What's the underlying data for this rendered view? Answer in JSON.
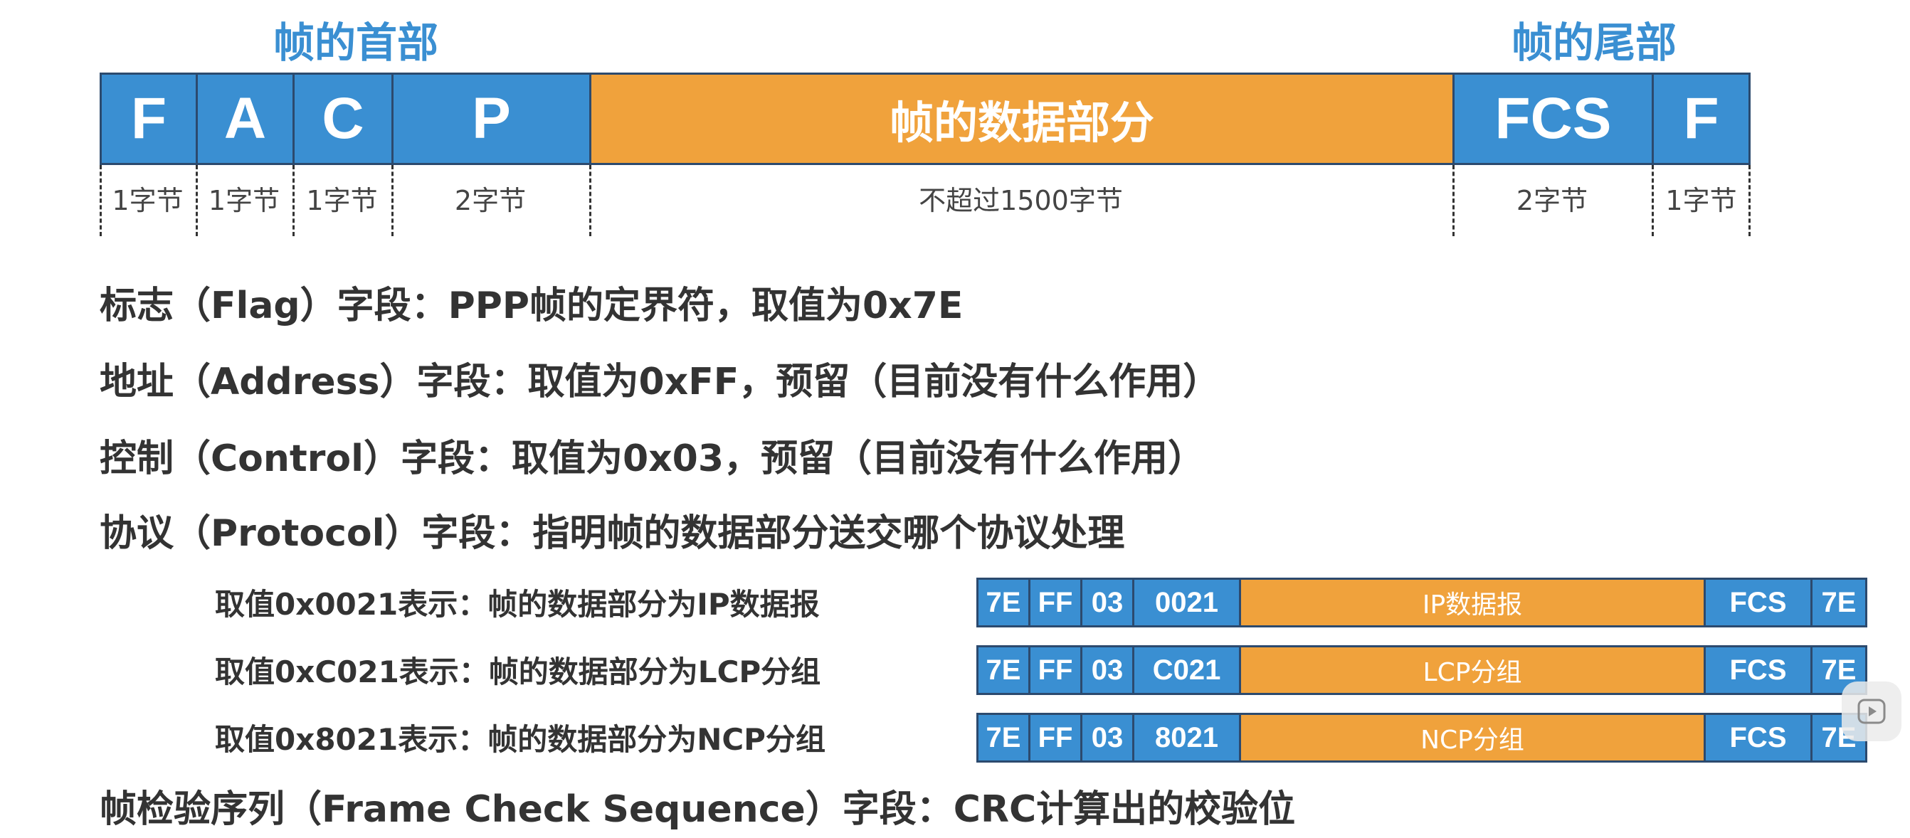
{
  "header": {
    "frame_head": "帧的首部",
    "frame_tail": "帧的尾部"
  },
  "frame": {
    "cells": [
      {
        "label": "F",
        "size": "1字节"
      },
      {
        "label": "A",
        "size": "1字节"
      },
      {
        "label": "C",
        "size": "1字节"
      },
      {
        "label": "P",
        "size": "2字节"
      },
      {
        "label": "帧的数据部分",
        "size": "不超过1500字节"
      },
      {
        "label": "FCS",
        "size": "2字节"
      },
      {
        "label": "F",
        "size": "1字节"
      }
    ]
  },
  "fields": {
    "flag": "标志（Flag）字段：PPP帧的定界符，取值为0x7E",
    "address": "地址（Address）字段：取值为0xFF，预留（目前没有什么作用）",
    "control": "控制（Control）字段：取值为0x03，预留（目前没有什么作用）",
    "protocol": "协议（Protocol）字段：指明帧的数据部分送交哪个协议处理",
    "fcs": "帧检验序列（Frame Check Sequence）字段：CRC计算出的校验位"
  },
  "protocol_examples": [
    {
      "desc": "取值0x0021表示：帧的数据部分为IP数据报",
      "cells": [
        "7E",
        "FF",
        "03",
        "0021",
        "IP数据报",
        "FCS",
        "7E"
      ]
    },
    {
      "desc": "取值0xC021表示：帧的数据部分为LCP分组",
      "cells": [
        "7E",
        "FF",
        "03",
        "C021",
        "LCP分组",
        "FCS",
        "7E"
      ]
    },
    {
      "desc": "取值0x8021表示：帧的数据部分为NCP分组",
      "cells": [
        "7E",
        "FF",
        "03",
        "8021",
        "NCP分组",
        "FCS",
        "7E"
      ]
    }
  ],
  "colors": {
    "blue": "#3a8fd2",
    "orange": "#f0a23c",
    "border": "#2c4a6e"
  },
  "icons": {
    "overlay": "play-icon"
  }
}
